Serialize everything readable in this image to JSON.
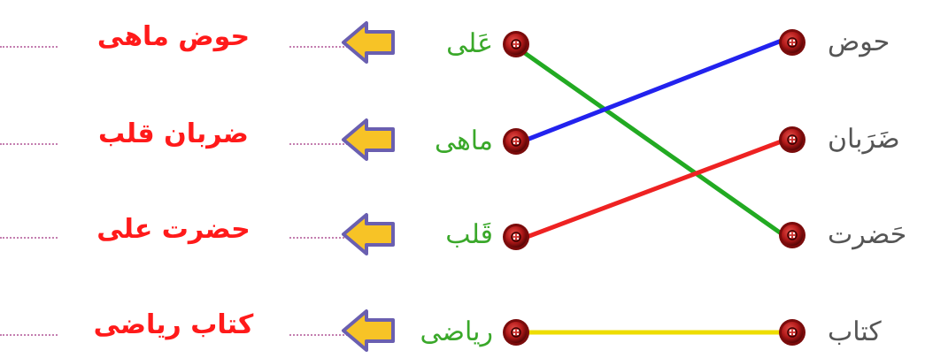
{
  "colors": {
    "answer_text": "#ff1a1a",
    "middle_words": "#3aa82a",
    "right_words": "#555555",
    "dotted_line": "#c47fb0",
    "arrow_fill": "#f7c326",
    "arrow_stroke": "#6a5fb0",
    "line_ali_hazrat": "#22aa22",
    "line_mahi_hoz": "#2222ee",
    "line_ghalb_zarban": "#ee2222",
    "line_riazi_ketab": "#eedd00"
  },
  "answers": [
    "حوض ماهی",
    "ضربان قلب",
    "حضرت علی",
    "کتاب ریاضی"
  ],
  "middle_words": [
    "عَلی",
    "ماهی",
    "قَلب",
    "ریاضی"
  ],
  "right_words": [
    "حوض",
    "ضَرَبان",
    "حَضرت",
    "کتاب"
  ],
  "connections": [
    {
      "from": "عَلی",
      "to": "حَضرت",
      "color": "#22aa22"
    },
    {
      "from": "ماهی",
      "to": "حوض",
      "color": "#2222ee"
    },
    {
      "from": "قَلب",
      "to": "ضَرَبان",
      "color": "#ee2222"
    },
    {
      "from": "ریاضی",
      "to": "کتاب",
      "color": "#eedd00"
    }
  ],
  "icons": {
    "arrow": "left-arrow-icon",
    "button": "red-button-icon"
  }
}
